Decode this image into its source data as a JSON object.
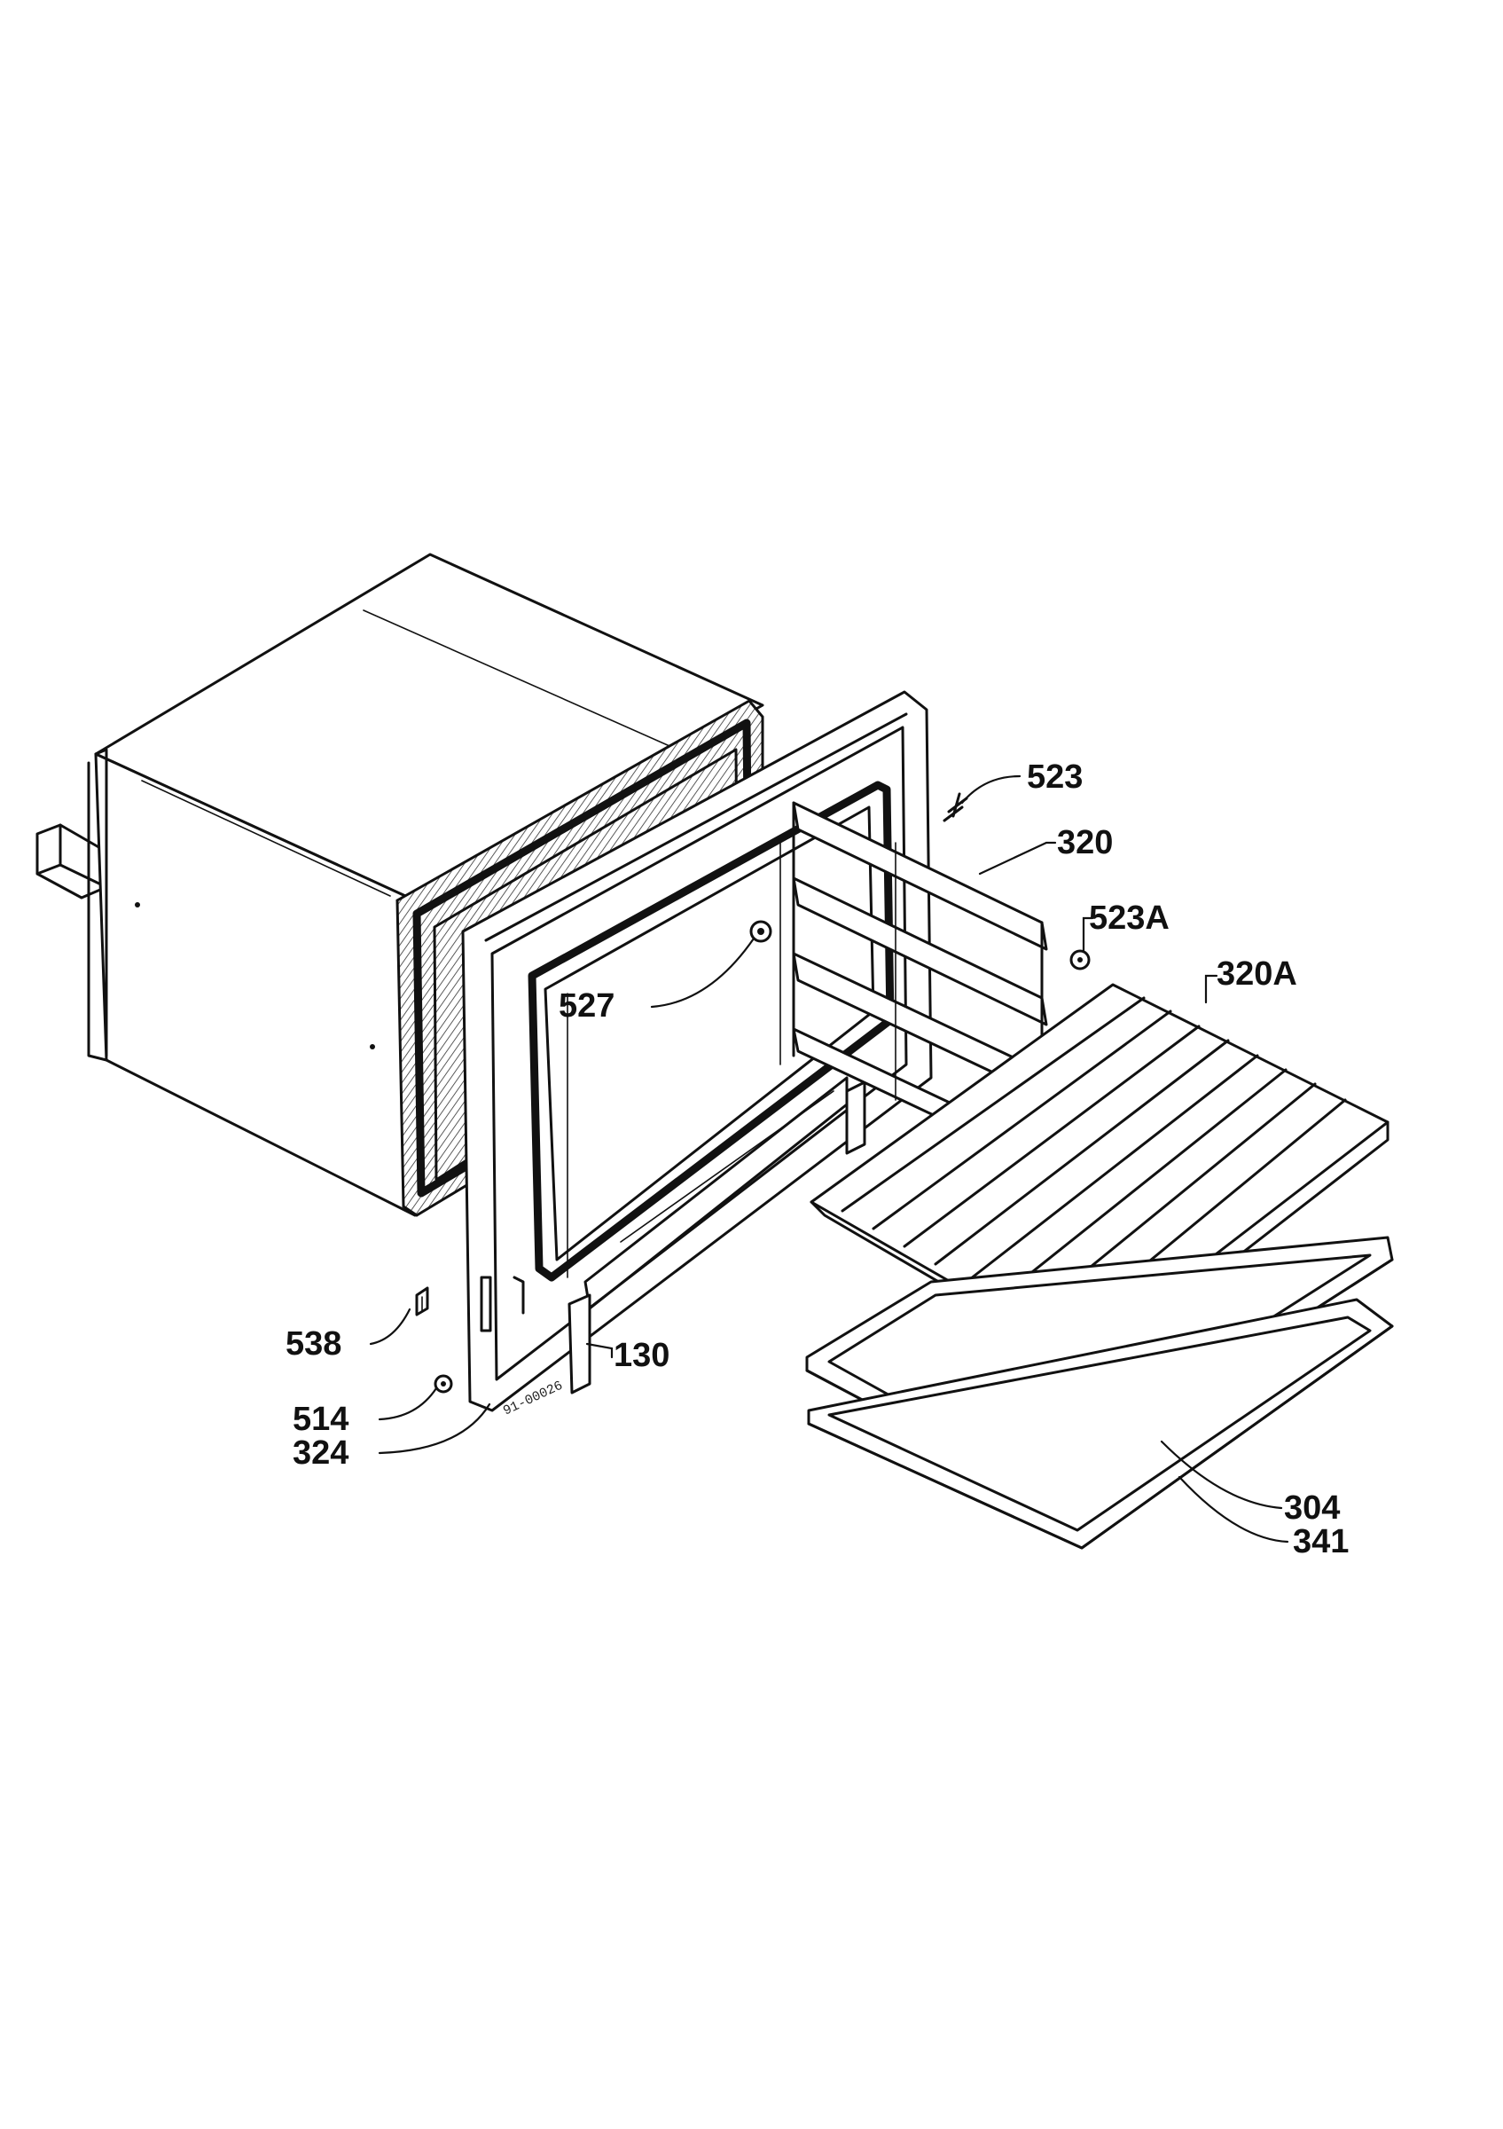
{
  "labels": {
    "p523": "523",
    "p320": "320",
    "p523a": "523A",
    "p320a": "320A",
    "p527": "527",
    "p538": "538",
    "p514": "514",
    "p324": "324",
    "p130": "130",
    "p304": "304",
    "p341": "341"
  },
  "drawing_code": "91-00026",
  "colors": {
    "ink": "#111111",
    "paper": "#ffffff"
  }
}
